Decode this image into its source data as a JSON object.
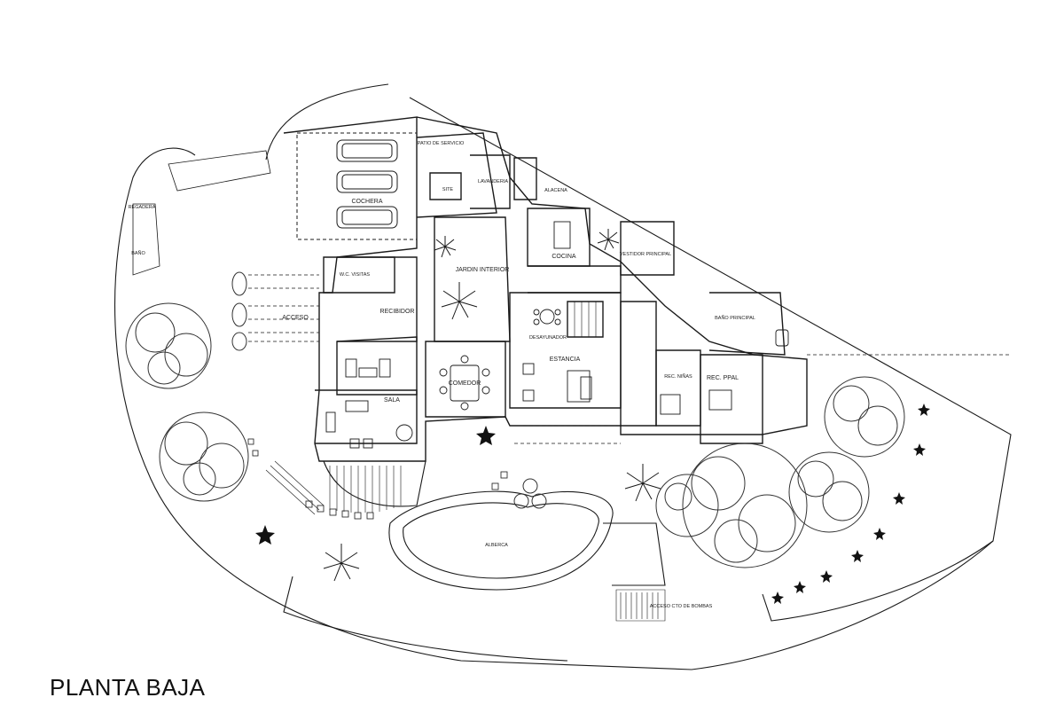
{
  "title": "PLANTA BAJA",
  "rooms": {
    "cochera": "COCHERA",
    "patio": "PATIO DE SERVICIO",
    "site": "SITE",
    "lavanderia": "LAVANDERIA",
    "alacena": "ALACENA",
    "cocina": "COCINA",
    "vestidor": "VESTIDOR PRINCIPAL",
    "bano_ppal": "BAÑO PRINCIPAL",
    "jardin": "JARDIN INTERIOR",
    "wc": "W.C. VISITAS",
    "recibidor": "RECIBIDOR",
    "acceso": "ACCESO",
    "desayunador": "DESAYUNADOR",
    "estancia": "ESTANCIA",
    "comedor": "COMEDOR",
    "sala": "SALA",
    "rec_ninas": "REC. NIÑAS",
    "rec_ppal": "REC. PPAL",
    "alberca": "ALBERCA",
    "regadera": "REGADERA",
    "bano": "BAÑO",
    "bombas": "ACCESO CTO DE BOMBAS"
  },
  "colors": {
    "line": "#1a1a1a",
    "tree": "#333333"
  }
}
